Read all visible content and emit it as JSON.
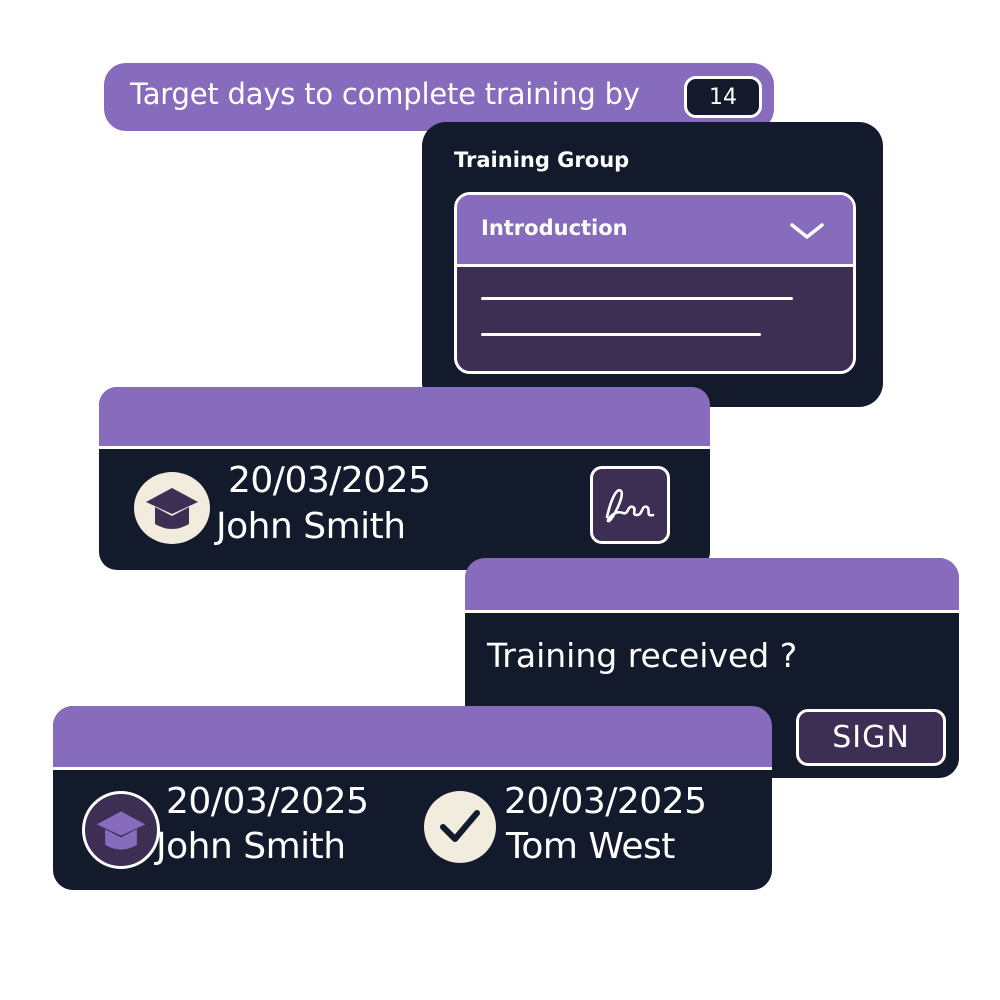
{
  "target": {
    "label": "Target days to complete training by",
    "value": "14"
  },
  "training_group": {
    "title": "Training Group",
    "selected": "Introduction",
    "icon": "chevron-down-icon"
  },
  "record_card": {
    "date": "20/03/2025",
    "name": "John Smith",
    "icons": [
      "graduation-cap-icon",
      "signature-icon"
    ]
  },
  "confirm_card": {
    "question": "Training received ?",
    "sign_label": "SIGN"
  },
  "completed_card": {
    "trainee_date": "20/03/2025",
    "trainee_name": "John Smith",
    "signer_date": "20/03/2025",
    "signer_name": "Tom West",
    "icons": [
      "graduation-cap-icon",
      "checkmark-icon"
    ]
  },
  "colors": {
    "accent": "#876bbd",
    "dark": "#131a2b",
    "muted_purple": "#3c2f53",
    "cream": "#f1ecdd"
  }
}
